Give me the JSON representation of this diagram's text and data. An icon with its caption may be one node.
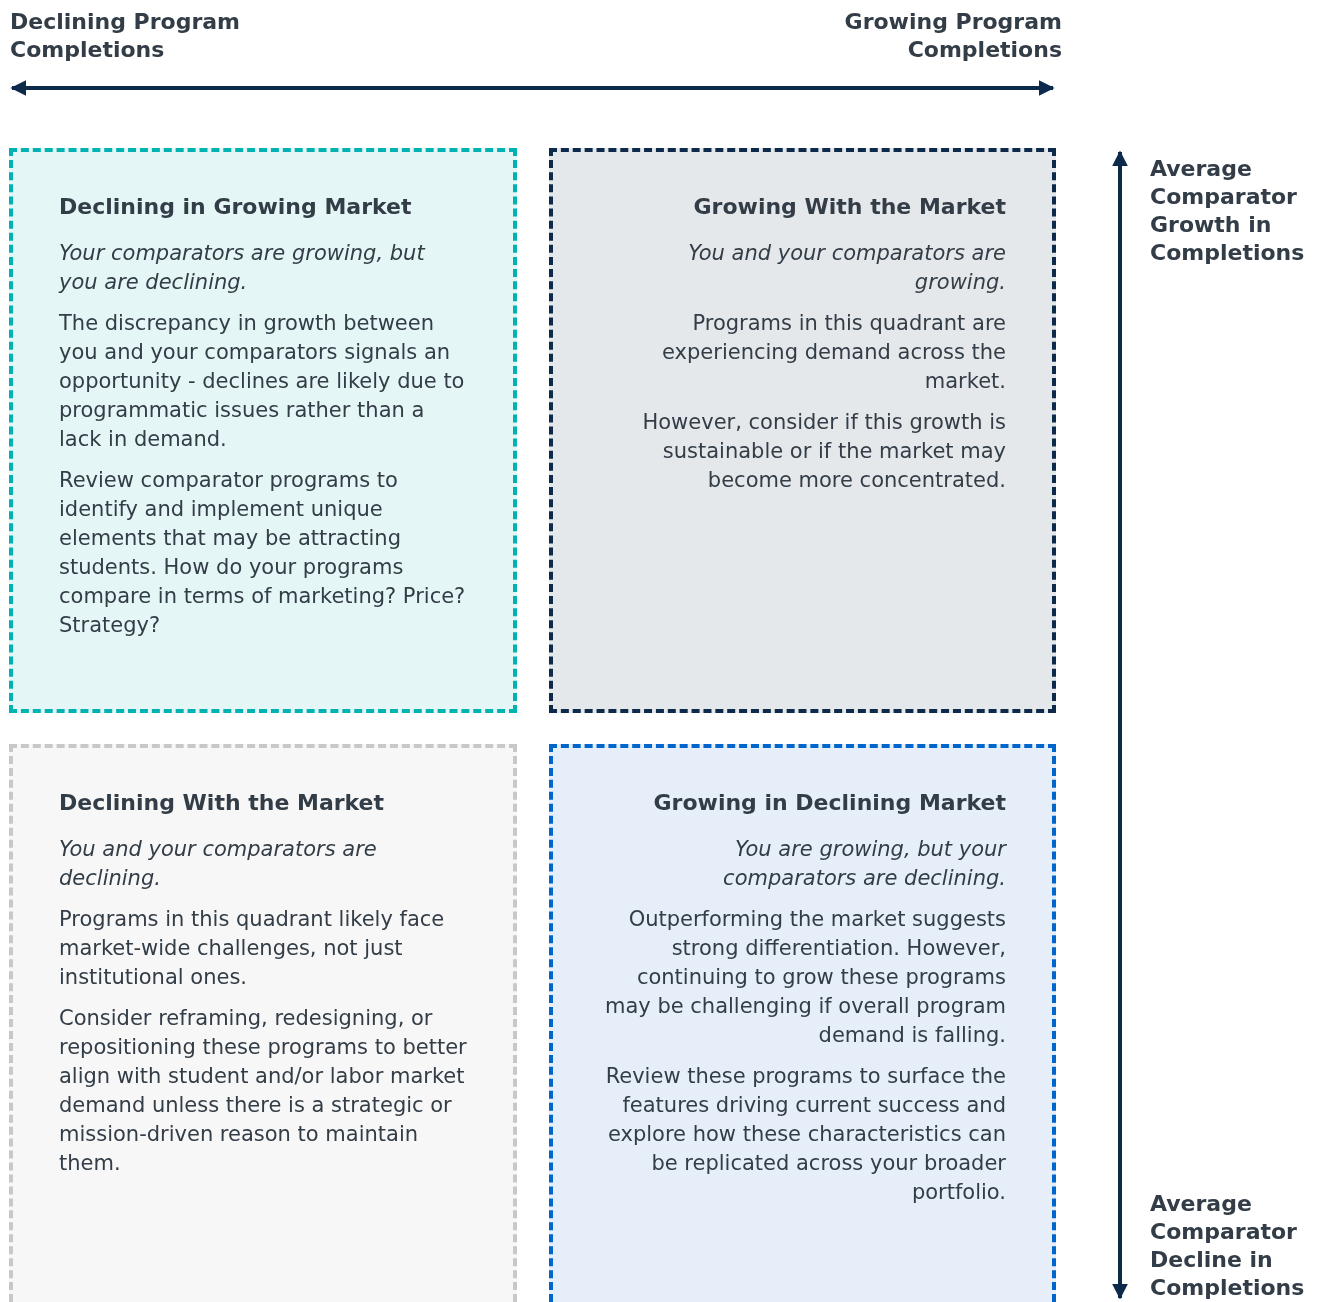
{
  "diagram": {
    "nodes": [
      {
        "text": [
          "Declining in Growing Market",
          "Your comparators are growing, but you are declining.",
          "The discrepancy in growth between you and your comparators signals an opportunity - declines are likely due to programmatic issues rather than a lack in demand.",
          "Review comparator programs to identify and implement unique elements that may be attracting students. How do your programs compare in terms of marketing? Price? Strategy?"
        ]
      },
      {
        "text": [
          "Growing With the Market",
          "You and your comparators are growing.",
          "Programs in this quadrant are experiencing demand across the market.",
          "However, consider if this growth is sustainable or if the market may become more concentrated."
        ]
      },
      {
        "text": [
          "Declining With the Market",
          "You and your comparators are declining.",
          "Programs in this quadrant likely face market-wide challenges, not just institutional ones.",
          "Consider reframing, redesigning, or repositioning these programs to better align with student and/or labor market demand unless there is a strategic or mission-driven reason to maintain them."
        ]
      },
      {
        "text": [
          "Growing in Declining Market",
          "You are growing, but your comparators are declining.",
          "Outperforming the market suggests strong differentiation. However, continuing to grow these programs may be challenging if overall program demand is falling.",
          "Review these programs to surface the features driving current success and explore how these characteristics can be replicated across your broader portfolio."
        ]
      }
    ],
    "labels": [
      "Declining Program Completions",
      "Growing Program Completions",
      "Average Comparator Growth in Completions",
      "Average Comparator Decline in Completions"
    ]
  }
}
